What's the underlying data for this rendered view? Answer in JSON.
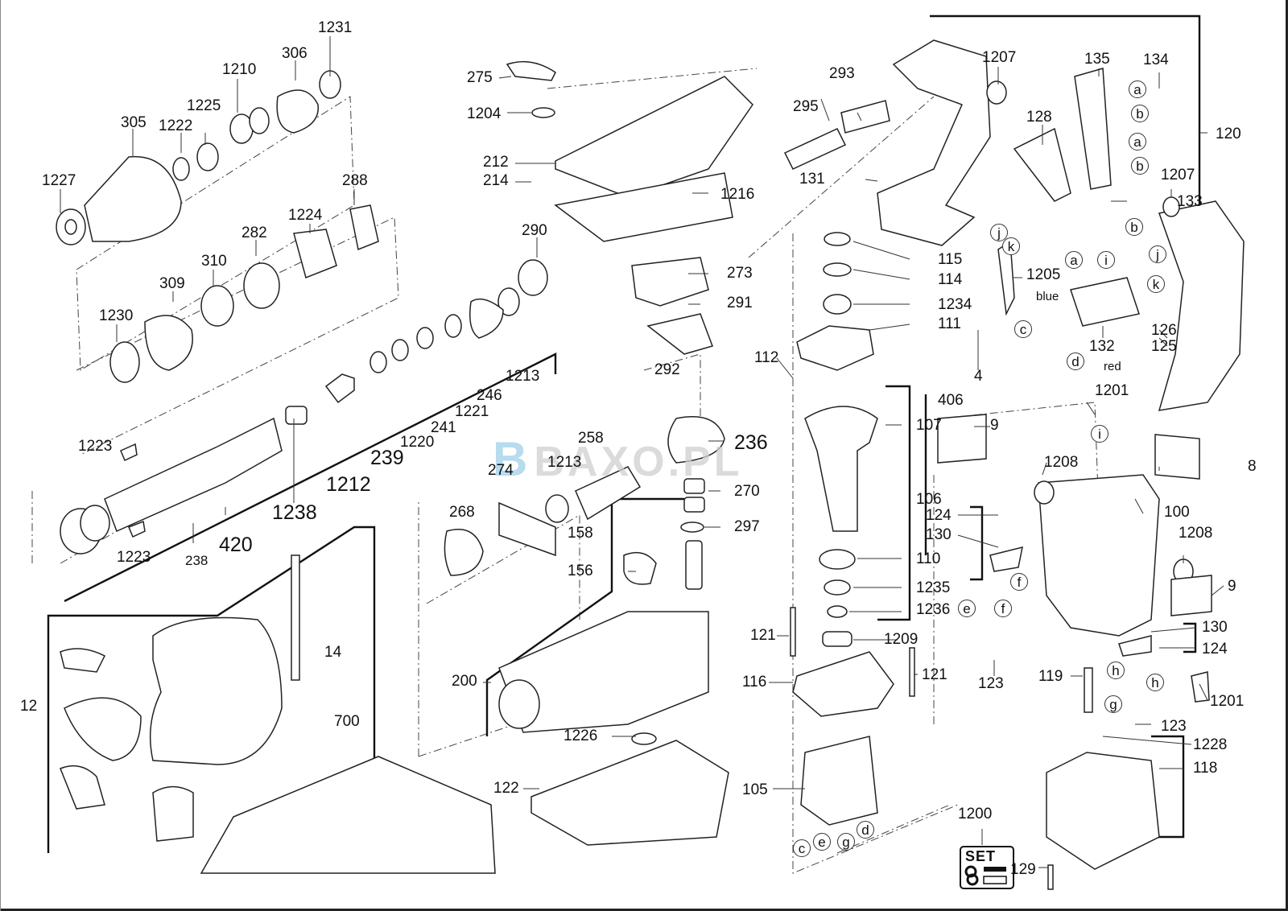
{
  "diagram": {
    "title": "Rotary hammer exploded parts diagram",
    "watermark": {
      "mark": "B",
      "text": "BAXO.PL",
      "brand_color": "#9fd0ea"
    },
    "set_badge": {
      "part": "1200",
      "text": "SET"
    },
    "wire_colors": {
      "blue": "blue",
      "red": "red"
    },
    "part_labels": [
      {
        "id": "1231",
        "text": "1231"
      },
      {
        "id": "306",
        "text": "306"
      },
      {
        "id": "1210",
        "text": "1210"
      },
      {
        "id": "1225",
        "text": "1225"
      },
      {
        "id": "305",
        "text": "305"
      },
      {
        "id": "1222",
        "text": "1222"
      },
      {
        "id": "1227",
        "text": "1227"
      },
      {
        "id": "288",
        "text": "288"
      },
      {
        "id": "1224",
        "text": "1224"
      },
      {
        "id": "282",
        "text": "282"
      },
      {
        "id": "310",
        "text": "310"
      },
      {
        "id": "309",
        "text": "309"
      },
      {
        "id": "1230",
        "text": "1230"
      },
      {
        "id": "290",
        "text": "290"
      },
      {
        "id": "1213a",
        "text": "1213"
      },
      {
        "id": "246",
        "text": "246"
      },
      {
        "id": "1221",
        "text": "1221"
      },
      {
        "id": "241",
        "text": "241"
      },
      {
        "id": "1220",
        "text": "1220"
      },
      {
        "id": "239",
        "text": "239"
      },
      {
        "id": "1212",
        "text": "1212"
      },
      {
        "id": "1238",
        "text": "1238"
      },
      {
        "id": "420",
        "text": "420"
      },
      {
        "id": "238",
        "text": "238"
      },
      {
        "id": "1223a",
        "text": "1223"
      },
      {
        "id": "1223b",
        "text": "1223"
      },
      {
        "id": "14",
        "text": "14"
      },
      {
        "id": "12",
        "text": "12"
      },
      {
        "id": "700",
        "text": "700"
      },
      {
        "id": "275",
        "text": "275"
      },
      {
        "id": "1204",
        "text": "1204"
      },
      {
        "id": "212",
        "text": "212"
      },
      {
        "id": "214",
        "text": "214"
      },
      {
        "id": "1216",
        "text": "1216"
      },
      {
        "id": "273",
        "text": "273"
      },
      {
        "id": "291",
        "text": "291"
      },
      {
        "id": "292",
        "text": "292"
      },
      {
        "id": "236",
        "text": "236"
      },
      {
        "id": "258",
        "text": "258"
      },
      {
        "id": "1213b",
        "text": "1213"
      },
      {
        "id": "274",
        "text": "274"
      },
      {
        "id": "268",
        "text": "268"
      },
      {
        "id": "270",
        "text": "270"
      },
      {
        "id": "297",
        "text": "297"
      },
      {
        "id": "158",
        "text": "158"
      },
      {
        "id": "156",
        "text": "156"
      },
      {
        "id": "200",
        "text": "200"
      },
      {
        "id": "1226",
        "text": "1226"
      },
      {
        "id": "122",
        "text": "122"
      },
      {
        "id": "295",
        "text": "295"
      },
      {
        "id": "293",
        "text": "293"
      },
      {
        "id": "131",
        "text": "131"
      },
      {
        "id": "1207a",
        "text": "1207"
      },
      {
        "id": "135",
        "text": "135"
      },
      {
        "id": "134",
        "text": "134"
      },
      {
        "id": "128",
        "text": "128"
      },
      {
        "id": "120",
        "text": "120"
      },
      {
        "id": "133",
        "text": "133"
      },
      {
        "id": "1207b",
        "text": "1207"
      },
      {
        "id": "115",
        "text": "115"
      },
      {
        "id": "114",
        "text": "114"
      },
      {
        "id": "1234",
        "text": "1234"
      },
      {
        "id": "111",
        "text": "111"
      },
      {
        "id": "112",
        "text": "112"
      },
      {
        "id": "1205",
        "text": "1205"
      },
      {
        "id": "4",
        "text": "4"
      },
      {
        "id": "132",
        "text": "132"
      },
      {
        "id": "126",
        "text": "126"
      },
      {
        "id": "125",
        "text": "125"
      },
      {
        "id": "406",
        "text": "406"
      },
      {
        "id": "107",
        "text": "107"
      },
      {
        "id": "106",
        "text": "106"
      },
      {
        "id": "110",
        "text": "110"
      },
      {
        "id": "1235",
        "text": "1235"
      },
      {
        "id": "1236",
        "text": "1236"
      },
      {
        "id": "1209",
        "text": "1209"
      },
      {
        "id": "121a",
        "text": "121"
      },
      {
        "id": "121b",
        "text": "121"
      },
      {
        "id": "116",
        "text": "116"
      },
      {
        "id": "105",
        "text": "105"
      },
      {
        "id": "1201a",
        "text": "1201"
      },
      {
        "id": "9a",
        "text": "9"
      },
      {
        "id": "1208a",
        "text": "1208"
      },
      {
        "id": "8",
        "text": "8"
      },
      {
        "id": "100",
        "text": "100"
      },
      {
        "id": "1208b",
        "text": "1208"
      },
      {
        "id": "9b",
        "text": "9"
      },
      {
        "id": "124a",
        "text": "124"
      },
      {
        "id": "130a",
        "text": "130"
      },
      {
        "id": "130b",
        "text": "130"
      },
      {
        "id": "124b",
        "text": "124"
      },
      {
        "id": "123a",
        "text": "123"
      },
      {
        "id": "119",
        "text": "119"
      },
      {
        "id": "1201b",
        "text": "1201"
      },
      {
        "id": "123b",
        "text": "123"
      },
      {
        "id": "1228",
        "text": "1228"
      },
      {
        "id": "118",
        "text": "118"
      },
      {
        "id": "1200",
        "text": "1200"
      },
      {
        "id": "129",
        "text": "129"
      }
    ],
    "connector_markers": [
      {
        "id": "a1",
        "text": "a"
      },
      {
        "id": "b1",
        "text": "b"
      },
      {
        "id": "a2",
        "text": "a"
      },
      {
        "id": "b2",
        "text": "b"
      },
      {
        "id": "j1",
        "text": "j"
      },
      {
        "id": "k1",
        "text": "k"
      },
      {
        "id": "b3",
        "text": "b"
      },
      {
        "id": "a3",
        "text": "a"
      },
      {
        "id": "i1",
        "text": "i"
      },
      {
        "id": "j2",
        "text": "j"
      },
      {
        "id": "k2",
        "text": "k"
      },
      {
        "id": "c1",
        "text": "c"
      },
      {
        "id": "d1",
        "text": "d"
      },
      {
        "id": "i2",
        "text": "i"
      },
      {
        "id": "f1",
        "text": "f"
      },
      {
        "id": "e1",
        "text": "e"
      },
      {
        "id": "f2",
        "text": "f"
      },
      {
        "id": "h1",
        "text": "h"
      },
      {
        "id": "h2",
        "text": "h"
      },
      {
        "id": "g1",
        "text": "g"
      },
      {
        "id": "c2",
        "text": "c"
      },
      {
        "id": "e2",
        "text": "e"
      },
      {
        "id": "g2",
        "text": "g"
      },
      {
        "id": "d2",
        "text": "d"
      }
    ]
  }
}
